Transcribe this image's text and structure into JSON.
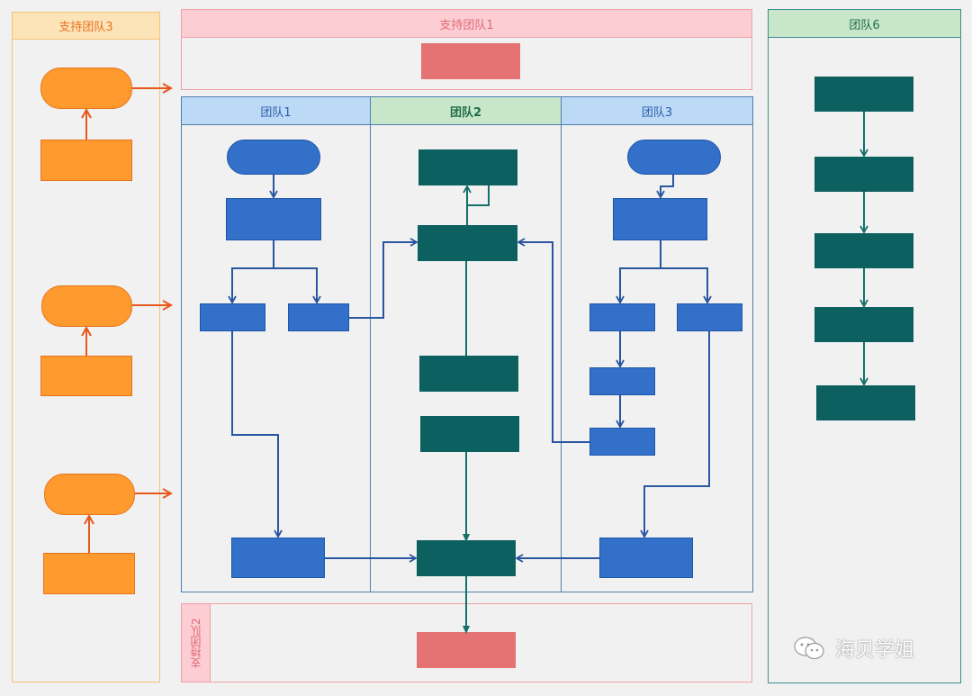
{
  "diagram": {
    "support_team_3": {
      "label": "支持团队3"
    },
    "support_team_1": {
      "label": "支持团队1"
    },
    "support_team_2": {
      "label": "支持团队2"
    },
    "team_1": {
      "label": "团队1"
    },
    "team_2": {
      "label": "团队2"
    },
    "team_3": {
      "label": "团队3"
    },
    "team_6": {
      "label": "团队6"
    }
  },
  "colors": {
    "orange": "#ff9a2e",
    "orange_border": "#e8731c",
    "orange_header_bg": "#fde3b8",
    "pink_header_bg": "#fccdd3",
    "pink_border": "#f0a0aa",
    "red_box": "#e57373",
    "blue": "#3370c9",
    "blue_border": "#1f55a8",
    "blue_header_bg": "#bcdaf6",
    "lane_border_blue": "#4f7fb0",
    "teal": "#0d6060",
    "green_header_bg": "#c8e6c9",
    "teal_lane_border": "#3f8c8c",
    "arrow_blue": "#2a55a0",
    "arrow_teal": "#15706a",
    "arrow_orange": "#e8561c"
  },
  "watermark": {
    "text": "海贝学姐",
    "icon": "wechat-icon"
  }
}
